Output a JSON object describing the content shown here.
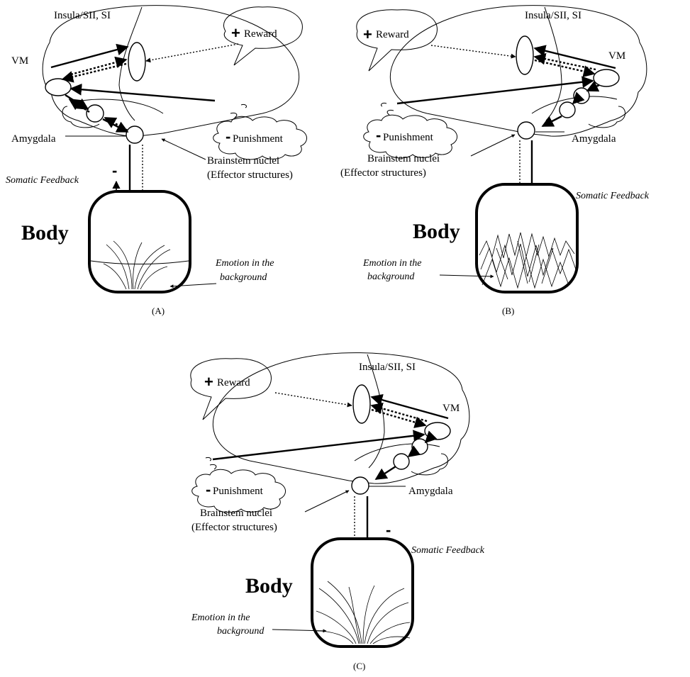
{
  "panels": {
    "a": {
      "caption": "(A)",
      "insula": "Insula/SII, SI",
      "reward": "Reward",
      "vm": "VM",
      "amygdala": "Amygdala",
      "punishment": "Punishment",
      "brainstem_line1": "Brainstem nuclei",
      "brainstem_line2": "(Effector structures)",
      "somatic_feedback": "Somatic Feedback",
      "body": "Body",
      "emotion_line1": "Emotion in the",
      "emotion_line2": "background",
      "minus_sign": "-",
      "plus_sign": "+"
    },
    "b": {
      "caption": "(B)",
      "insula": "Insula/SII, SI",
      "reward": "Reward",
      "vm": "VM",
      "amygdala": "Amygdala",
      "punishment": "Punishment",
      "brainstem_line1": "Brainstem nuclei",
      "brainstem_line2": "(Effector structures)",
      "somatic_feedback": "Somatic Feedback",
      "body": "Body",
      "emotion_line1": "Emotion in the",
      "emotion_line2": "background",
      "minus_sign": "-",
      "plus_sign": "+"
    },
    "c": {
      "caption": "(C)",
      "insula": "Insula/SII, SI",
      "reward": "Reward",
      "vm": "VM",
      "amygdala": "Amygdala",
      "punishment": "Punishment",
      "brainstem_line1": "Brainstem nuclei",
      "brainstem_line2": "(Effector structures)",
      "somatic_feedback": "Somatic Feedback",
      "body": "Body",
      "emotion_line1": "Emotion in the",
      "emotion_line2": "background",
      "minus_sign": "-",
      "plus_sign": "+"
    }
  }
}
